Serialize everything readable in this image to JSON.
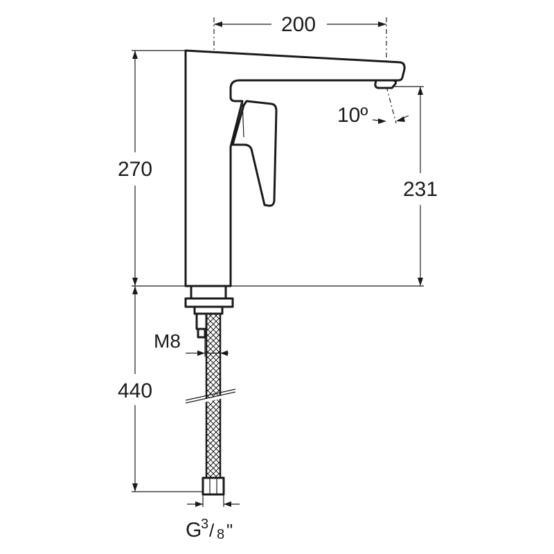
{
  "drawing": {
    "type": "technical-drawing",
    "subject": "tall single-lever basin faucet with flexible supply hose",
    "dimensions": {
      "spout_reach": "200",
      "total_height": "270",
      "outlet_height": "231",
      "spout_angle": "10º",
      "hose_length": "440",
      "thread_stud": "M8",
      "connection_main": "G",
      "connection_num": "3",
      "connection_slash": "/",
      "connection_den": "8",
      "connection_inch": "\""
    },
    "colors": {
      "line": "#1a1a1a",
      "background": "#ffffff"
    }
  }
}
